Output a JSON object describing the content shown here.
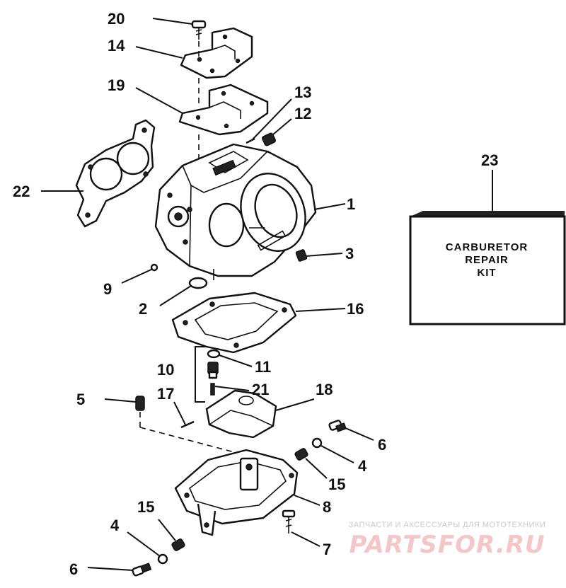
{
  "callouts": {
    "c1": "1",
    "c2": "2",
    "c3": "3",
    "c4a": "4",
    "c4b": "4",
    "c5": "5",
    "c6a": "6",
    "c6b": "6",
    "c7": "7",
    "c8": "8",
    "c9": "9",
    "c10": "10",
    "c11": "11",
    "c12": "12",
    "c13": "13",
    "c14": "14",
    "c15a": "15",
    "c15b": "15",
    "c16": "16",
    "c17": "17",
    "c18": "18",
    "c19": "19",
    "c20": "20",
    "c21": "21",
    "c22": "22",
    "c23": "23"
  },
  "kit": {
    "line1": "CARBURETOR",
    "line2": "REPAIR",
    "line3": "KIT"
  },
  "watermark": {
    "caption": "ЗАПЧАСТИ И АКСЕССУАРЫ ДЛЯ МОТОТЕХНИКИ",
    "logo": "PARTSFOR.RU"
  }
}
